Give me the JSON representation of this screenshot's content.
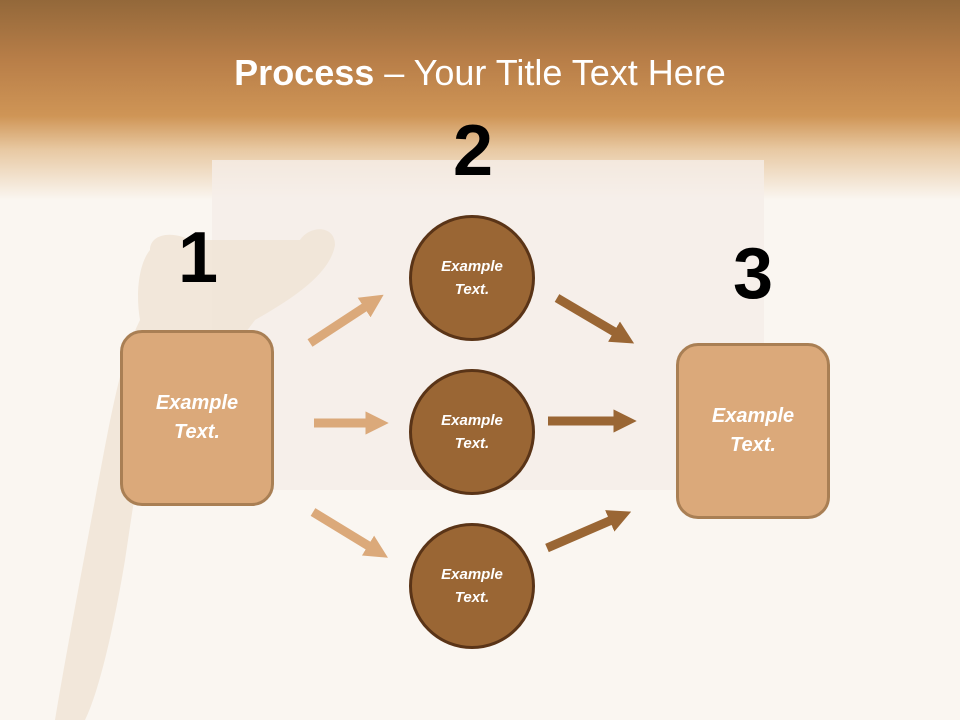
{
  "title": {
    "bold": "Process",
    "rest": " – Your Title Text Here"
  },
  "steps": [
    {
      "number": "1",
      "text": "Example\nText."
    },
    {
      "number": "2",
      "items": [
        {
          "text": "Example\nText."
        },
        {
          "text": "Example\nText."
        },
        {
          "text": "Example\nText."
        }
      ]
    },
    {
      "number": "3",
      "text": "Example\nText."
    }
  ],
  "colors": {
    "light_arrow": "#dba97a",
    "dark_arrow": "#9a6634",
    "box_fill": "#dba97a",
    "circle_fill": "#9a6634"
  }
}
